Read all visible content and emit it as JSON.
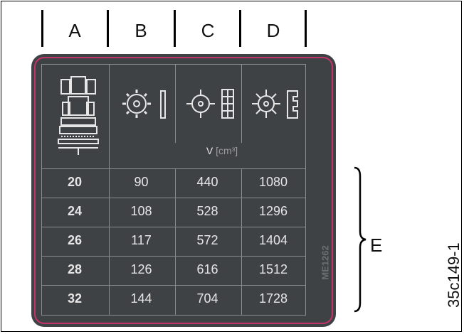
{
  "columns": [
    {
      "letter": "A"
    },
    {
      "letter": "B"
    },
    {
      "letter": "C"
    },
    {
      "letter": "D"
    }
  ],
  "header": {
    "volume_label": "V",
    "volume_unit": "[cm³]"
  },
  "rows": [
    {
      "a": "20",
      "b": "90",
      "c": "440",
      "d": "1080"
    },
    {
      "a": "24",
      "b": "108",
      "c": "528",
      "d": "1296"
    },
    {
      "a": "26",
      "b": "117",
      "c": "572",
      "d": "1404"
    },
    {
      "a": "28",
      "b": "126",
      "c": "616",
      "d": "1512"
    },
    {
      "a": "32",
      "b": "144",
      "c": "704",
      "d": "1728"
    }
  ],
  "watermark": "ME1262",
  "bracket_label": "E",
  "figure_id": "35c149-1",
  "colors": {
    "panel": "#3f4244",
    "accent_border": "#c0346b",
    "grid": "#8a8d8f",
    "text": "#e6e6e6"
  },
  "icons": [
    "tractor-drill-icon",
    "star-wheel-icon",
    "cog-wheel-icon",
    "spiked-wheel-icon"
  ]
}
